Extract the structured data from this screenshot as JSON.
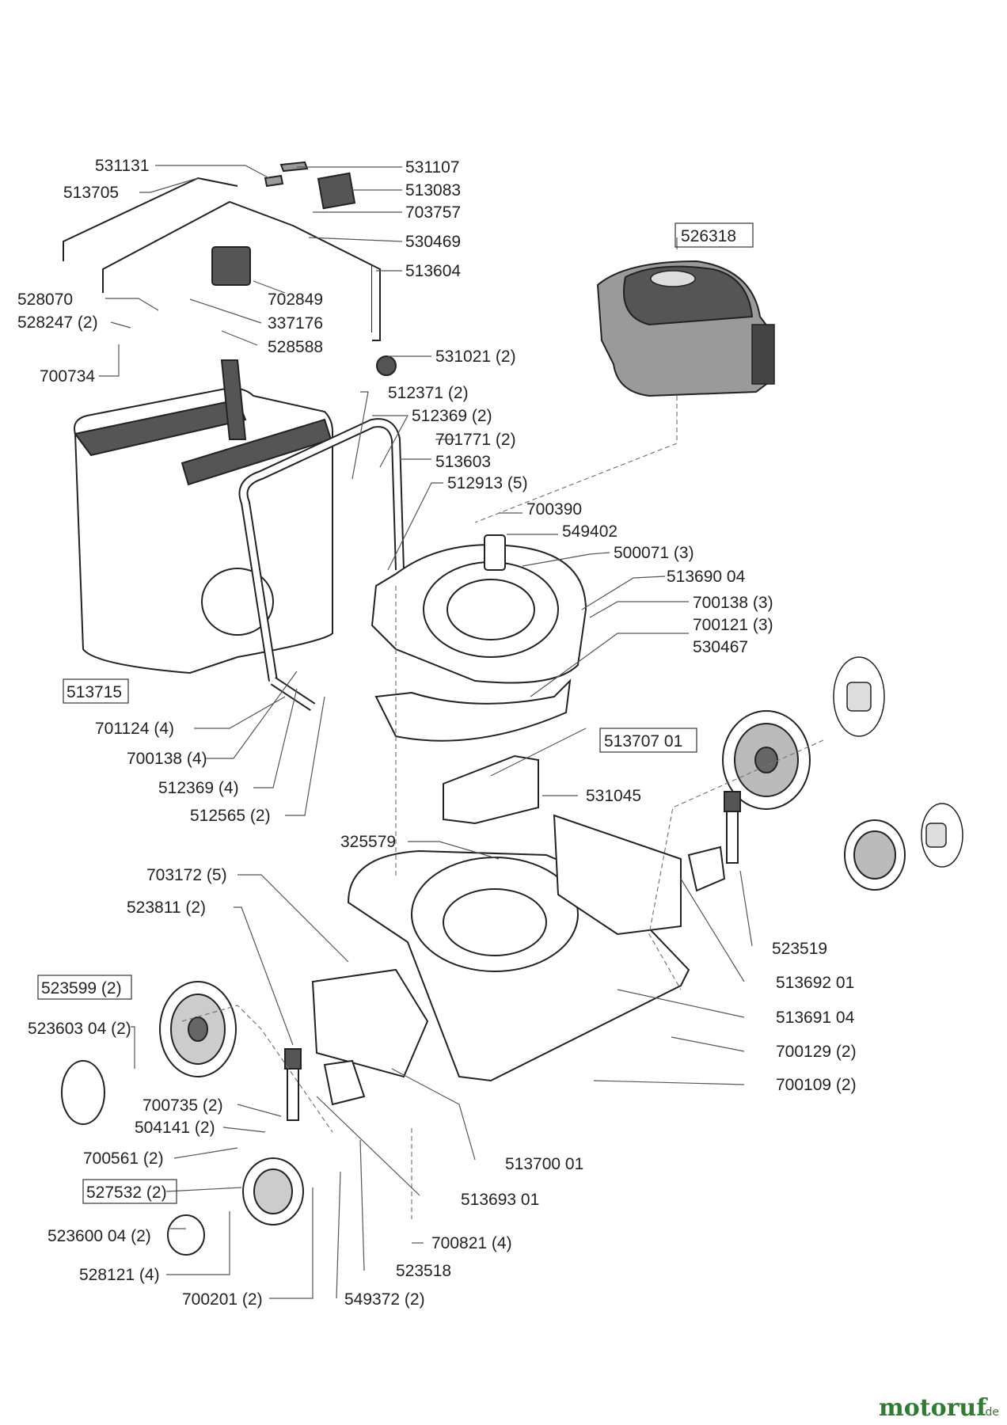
{
  "labels": {
    "l531131": "531131",
    "l531107": "531107",
    "l513705": "513705",
    "l513083": "513083",
    "l703757": "703757",
    "l530469": "530469",
    "l513604": "513604",
    "l702849": "702849",
    "l528070": "528070",
    "l337176": "337176",
    "l528247": "528247 (2)",
    "l528588": "528588",
    "l700734": "700734",
    "l531021": "531021 (2)",
    "l526318": "526318",
    "l512371": "512371 (2)",
    "l512369a": "512369 (2)",
    "l701771": "701771 (2)",
    "l513603": "513603",
    "l512913": "512913 (5)",
    "l700390": "700390",
    "l549402": "549402",
    "l500071": "500071 (3)",
    "l513690": "513690 04",
    "l700138a": "700138 (3)",
    "l700121": "700121 (3)",
    "l530467": "530467",
    "l513715": "513715",
    "l701124": "701124 (4)",
    "l700138b": "700138 (4)",
    "l512369b": "512369 (4)",
    "l512565": "512565 (2)",
    "l513707": "513707 01",
    "l531045": "531045",
    "l325579": "325579",
    "l703172": "703172 (5)",
    "l523811": "523811 (2)",
    "l523519": "523519",
    "l513692": "513692 01",
    "l523599": "523599 (2)",
    "l513691": "513691 04",
    "l523603": "523603 04 (2)",
    "l700129": "700129 (2)",
    "l700109": "700109 (2)",
    "l700735": "700735 (2)",
    "l504141": "504141 (2)",
    "l700561": "700561 (2)",
    "l513700": "513700 01",
    "l527532": "527532 (2)",
    "l513693": "513693 01",
    "l523600": "523600 04 (2)",
    "l700821": "700821 (4)",
    "l528121": "528121 (4)",
    "l523518": "523518",
    "l700201": "700201 (2)",
    "l549372": "549372 (2)"
  },
  "watermark": {
    "brand": "motoruf",
    "suffix": ".de",
    "color": "#2f7d32"
  }
}
